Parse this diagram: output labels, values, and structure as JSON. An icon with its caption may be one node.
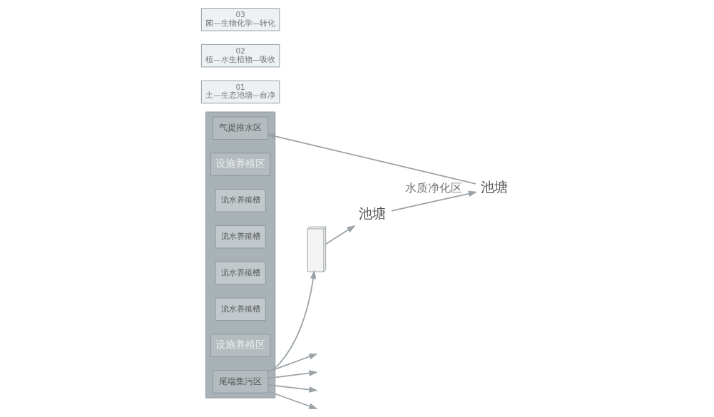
{
  "diagram": {
    "nodes": [
      {
        "text": [
          "池塘"
        ]
      },
      {
        "text": [
          "池塘"
        ]
      },
      {
        "text": [
          "01",
          "土—生态池塘—自净"
        ]
      },
      {
        "text": [
          "02",
          "植—水生植物—吸收"
        ]
      },
      {
        "text": [
          "03",
          "菌—生物化学—转化"
        ]
      },
      {
        "text": [],
        "shape": "box"
      },
      {
        "text": [
          "气提推水区"
        ],
        "in": 5
      },
      {
        "text": [
          "设施养殖区"
        ],
        "in": 5
      },
      {
        "text": [
          "流水养殖槽"
        ],
        "in": 5
      },
      {
        "text": [
          "流水养殖槽"
        ],
        "in": 5
      },
      {
        "text": [
          "流水养殖槽"
        ],
        "in": 5
      },
      {
        "text": [
          "流水养殖槽"
        ],
        "in": 5
      },
      {
        "text": [
          "设施养殖区"
        ],
        "in": 5
      },
      {
        "text": [
          "尾端集污区"
        ],
        "in": 5
      },
      {
        "text": [],
        "shape": "box"
      }
    ],
    "edges": [
      {
        "from": 1,
        "to": 0,
        "arrow": "to",
        "label": "水质净化区"
      },
      {
        "from": 0,
        "to": 6,
        "arrow": "to"
      },
      {
        "from": 13,
        "to": null,
        "arrow": "to"
      },
      {
        "from": 13,
        "to": null,
        "arrow": "to"
      },
      {
        "from": 13,
        "to": null,
        "arrow": "to"
      },
      {
        "from": 13,
        "to": null,
        "arrow": "to"
      },
      {
        "from": 13,
        "to": 14,
        "arrow": "to"
      },
      {
        "from": 14,
        "to": 1,
        "arrow": "to"
      }
    ]
  }
}
